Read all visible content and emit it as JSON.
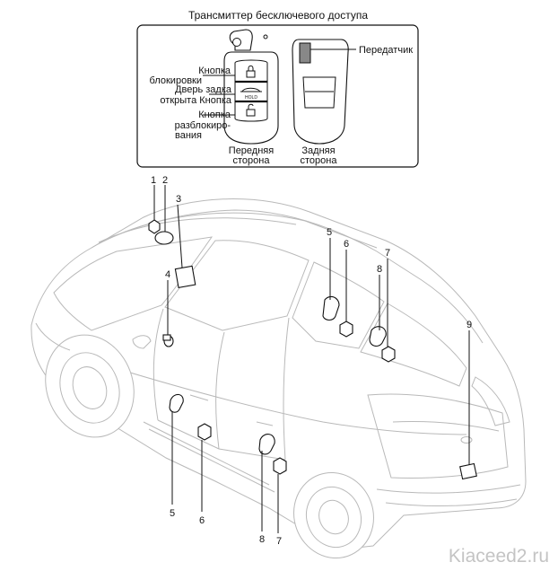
{
  "header": {
    "title": "Трансмиттер бесключевого доступа"
  },
  "fob_labels": {
    "lock_button_1": "Кнопка",
    "lock_button_2": "блокировки",
    "trunk_button_1": "Дверь задка",
    "trunk_button_2": "открыта Кнопка",
    "unlock_button_1": "Кнопка",
    "unlock_button_2": "разблокиро-",
    "unlock_button_3": "вания",
    "transmitter": "Передатчик",
    "front_side_1": "Передняя",
    "front_side_2": "сторона",
    "rear_side_1": "Задняя",
    "rear_side_2": "сторона",
    "hold_text": "HOLD"
  },
  "callouts": {
    "c1": "1",
    "c2": "2",
    "c3": "3",
    "c4": "4",
    "c5_roof": "5",
    "c6_roof": "6",
    "c7_roof": "7",
    "c8_roof": "8",
    "c9": "9",
    "c5_bottom": "5",
    "c6_bottom": "6",
    "c8_bottom": "8",
    "c7_bottom": "7"
  },
  "watermark": "Kiaceed2.ru"
}
